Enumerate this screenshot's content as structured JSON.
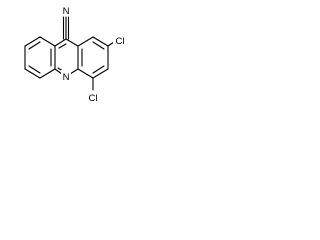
{
  "molecule": {
    "atoms": {
      "nitrile_n": "N",
      "ring_n": "N",
      "cl_upper": "Cl",
      "cl_lower": "Cl"
    }
  },
  "colors": {
    "bond": "#000000",
    "label": "#000000",
    "background": "#ffffff"
  }
}
